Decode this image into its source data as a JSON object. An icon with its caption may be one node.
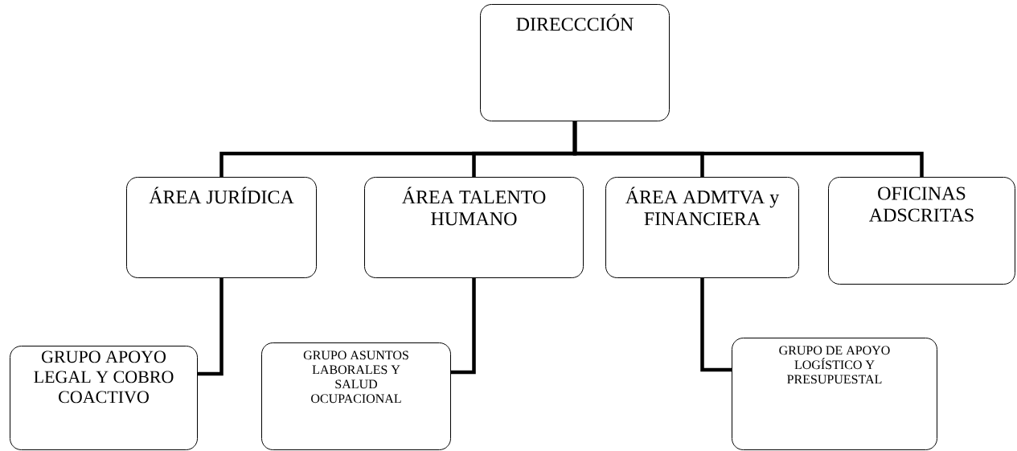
{
  "diagram": {
    "nodes": [
      {
        "text": [
          "DIRECCCIÓN"
        ]
      },
      {
        "text": [
          "ÁREA JURÍDICA"
        ]
      },
      {
        "text": [
          "ÁREA TALENTO HUMANO"
        ]
      },
      {
        "text": [
          "ÁREA  ADMTVA y FINANCIERA"
        ]
      },
      {
        "text": [
          "OFICINAS ADSCRITAS"
        ]
      },
      {
        "text": [
          "GRUPO APOYO LEGAL Y COBRO COACTIVO"
        ]
      },
      {
        "text": [
          "GRUPO ASUNTOS LABORALES Y SALUD OCUPACIONAL"
        ]
      },
      {
        "text": [
          "GRUPO DE APOYO LOGÍSTICO Y PRESUPUESTAL"
        ]
      }
    ],
    "edges": [
      {
        "from": 0,
        "to": 1,
        "arrow": "none"
      },
      {
        "from": 0,
        "to": 2,
        "arrow": "none"
      },
      {
        "from": 0,
        "to": 3,
        "arrow": "none"
      },
      {
        "from": 0,
        "to": 4,
        "arrow": "none"
      },
      {
        "from": 1,
        "to": 5,
        "arrow": "none"
      },
      {
        "from": 2,
        "to": 6,
        "arrow": "none"
      },
      {
        "from": 3,
        "to": 7,
        "arrow": "none"
      }
    ]
  }
}
